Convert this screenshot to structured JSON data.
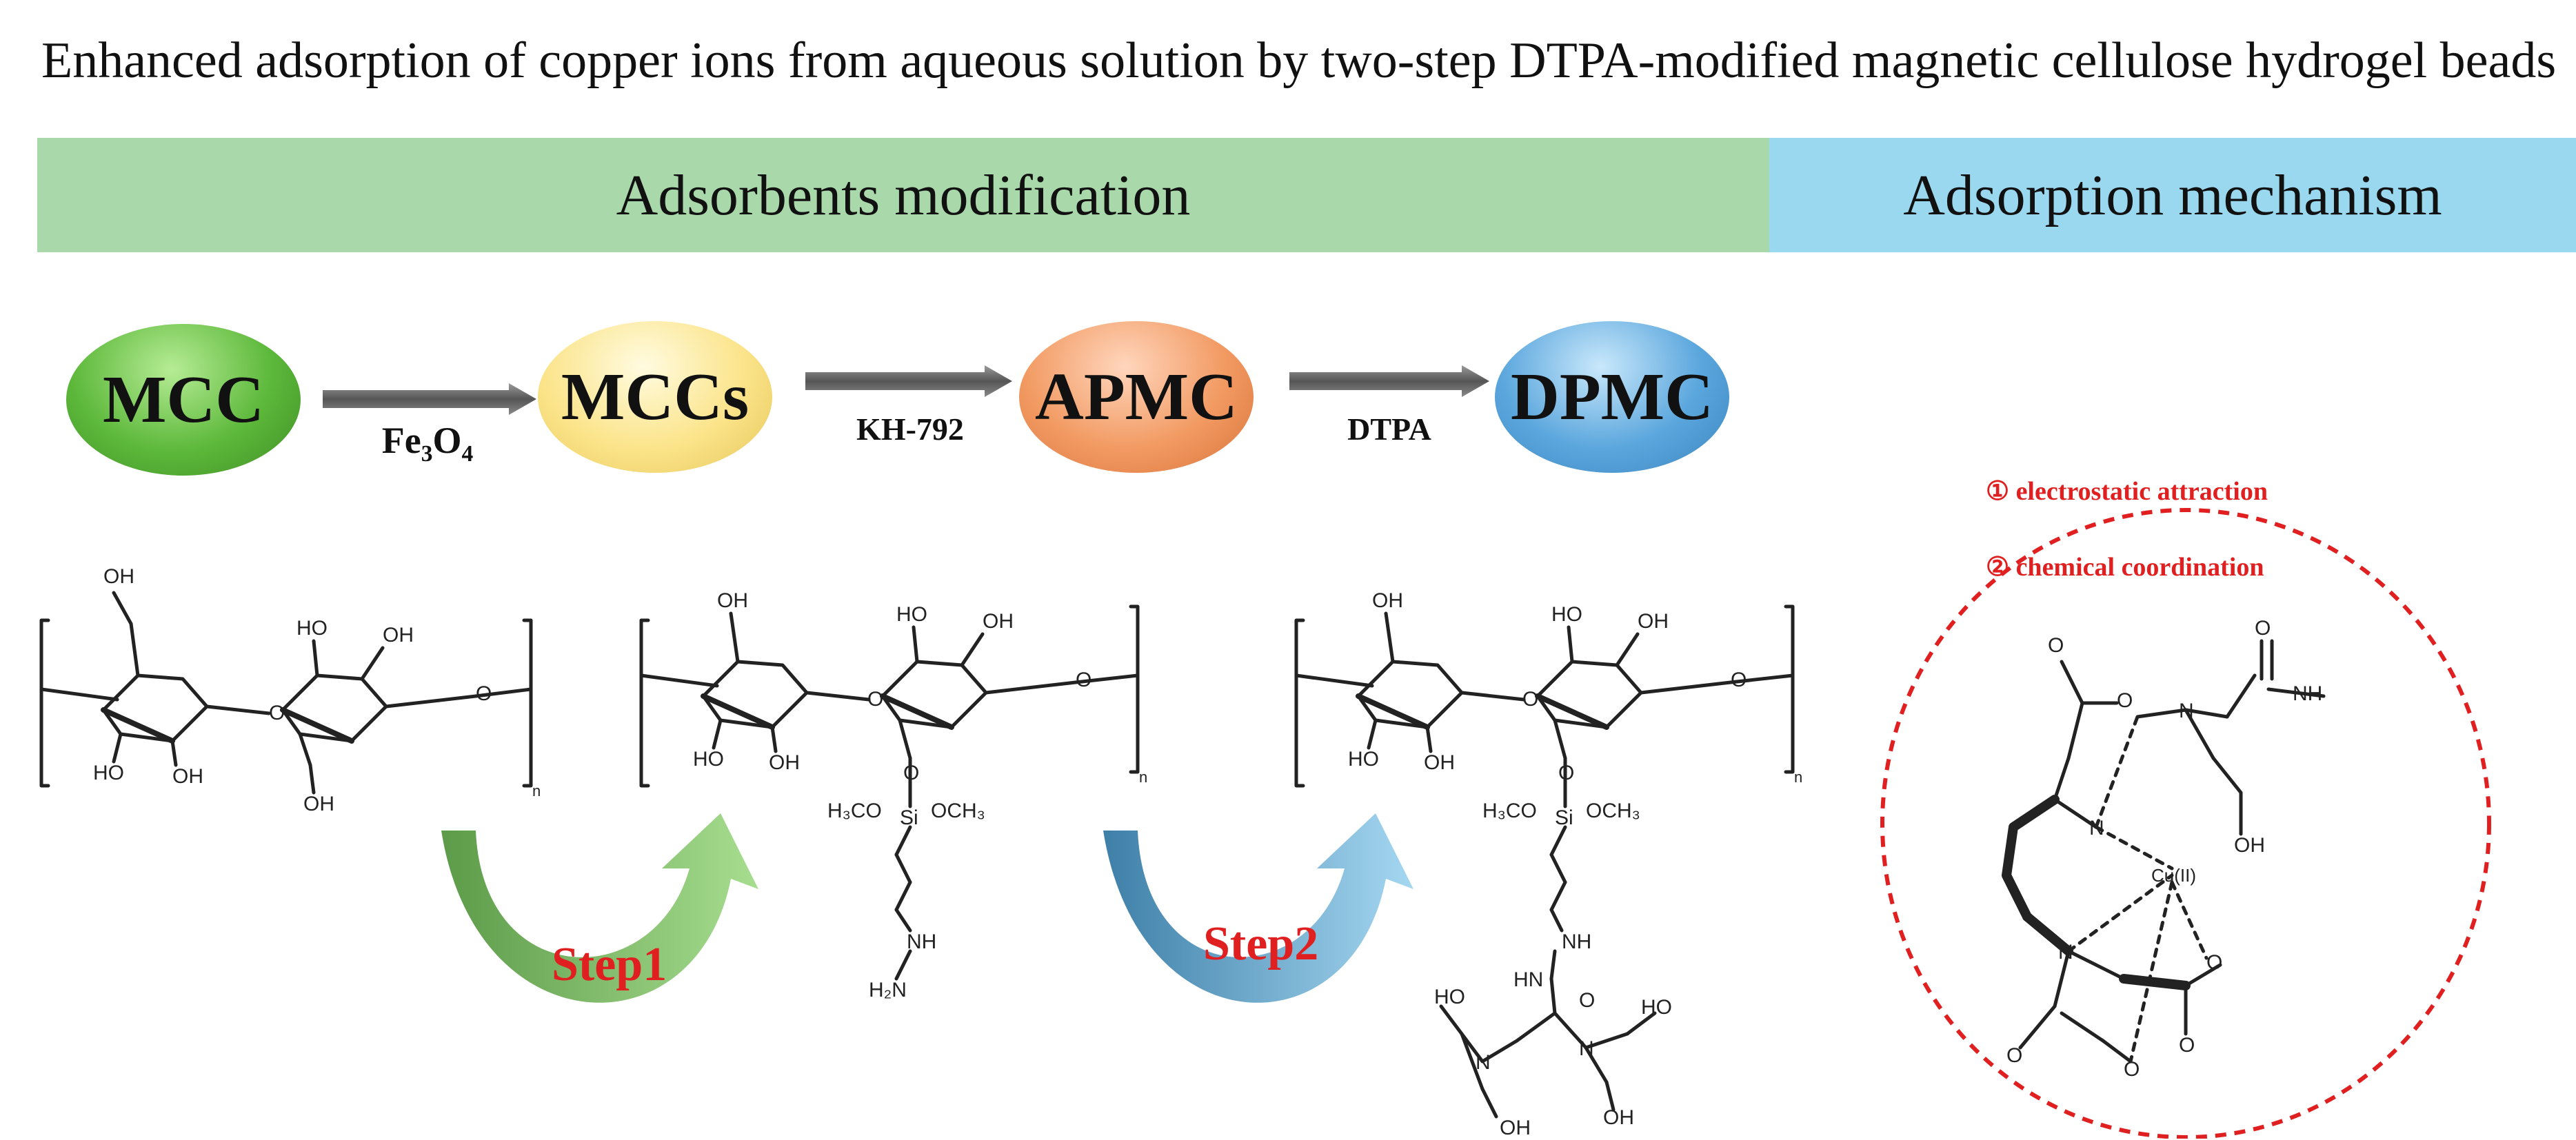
{
  "title": "Enhanced adsorption of copper ions from aqueous solution by two-step DTPA-modified magnetic cellulose hydrogel beads",
  "banners": {
    "left": "Adsorbents modification",
    "right": "Adsorption mechanism"
  },
  "nodes": [
    {
      "label": "MCC",
      "color": "#5cb83a"
    },
    {
      "label": "MCCs",
      "color": "#fbe48a"
    },
    {
      "label": "APMC",
      "color": "#f29a62"
    },
    {
      "label": "DPMC",
      "color": "#5aa6dd"
    }
  ],
  "arrows": [
    {
      "reagent_main": "Fe",
      "reagent_sub1": "3",
      "reagent_mid": "O",
      "reagent_sub2": "4"
    },
    {
      "reagent": "KH-792"
    },
    {
      "reagent": "DTPA"
    }
  ],
  "steps": [
    "Step1",
    "Step2"
  ],
  "mechanism": {
    "items": [
      "① electrostatic attraction",
      "② chemical coordination"
    ],
    "metal_label": "Cu(II)"
  },
  "structure_labels": {
    "oh": "OH",
    "ho": "HO",
    "n_sub": "n",
    "o": "O",
    "si": "Si",
    "h3co": "H₃CO",
    "och3": "OCH₃",
    "nh": "NH",
    "hn": "HN",
    "h2n": "H₂N",
    "n": "N",
    "nh_terminal": "NH"
  },
  "colors": {
    "green_banner": "#a9d8aa",
    "blue_banner": "#9ad8ef",
    "red": "#e02020",
    "step1_arrow": "#7fbf6a",
    "step2_arrow": "#6aaed9"
  }
}
